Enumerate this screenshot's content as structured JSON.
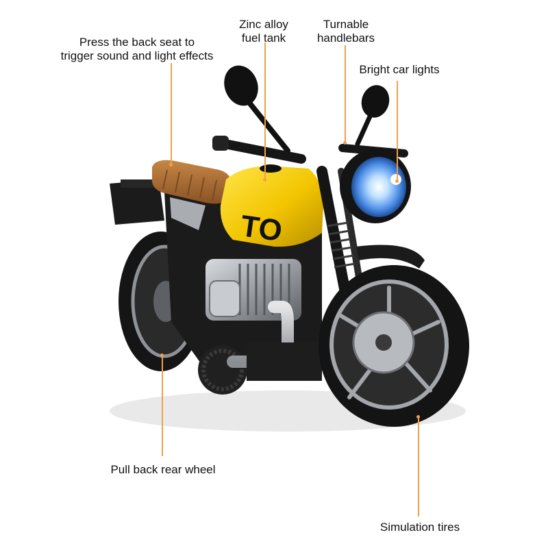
{
  "callouts": {
    "seat": {
      "line1": "Press the back seat to",
      "line2": "trigger sound and light effects"
    },
    "tank": {
      "line1": "Zinc alloy",
      "line2": "fuel tank"
    },
    "handlebars": {
      "line1": "Turnable",
      "line2": "handlebars"
    },
    "lights": {
      "line1": "Bright car lights"
    },
    "rear_wheel": {
      "line1": "Pull back rear wheel"
    },
    "tires": {
      "line1": "Simulation tires"
    }
  },
  "colors": {
    "leader": "#f0a04b",
    "tank_yellow": "#f2c500",
    "seat_brown": "#a86a34",
    "headlight_blue": "#5aa0ff",
    "frame_black": "#1b1b1b",
    "engine_silver": "#9a9ea3"
  }
}
